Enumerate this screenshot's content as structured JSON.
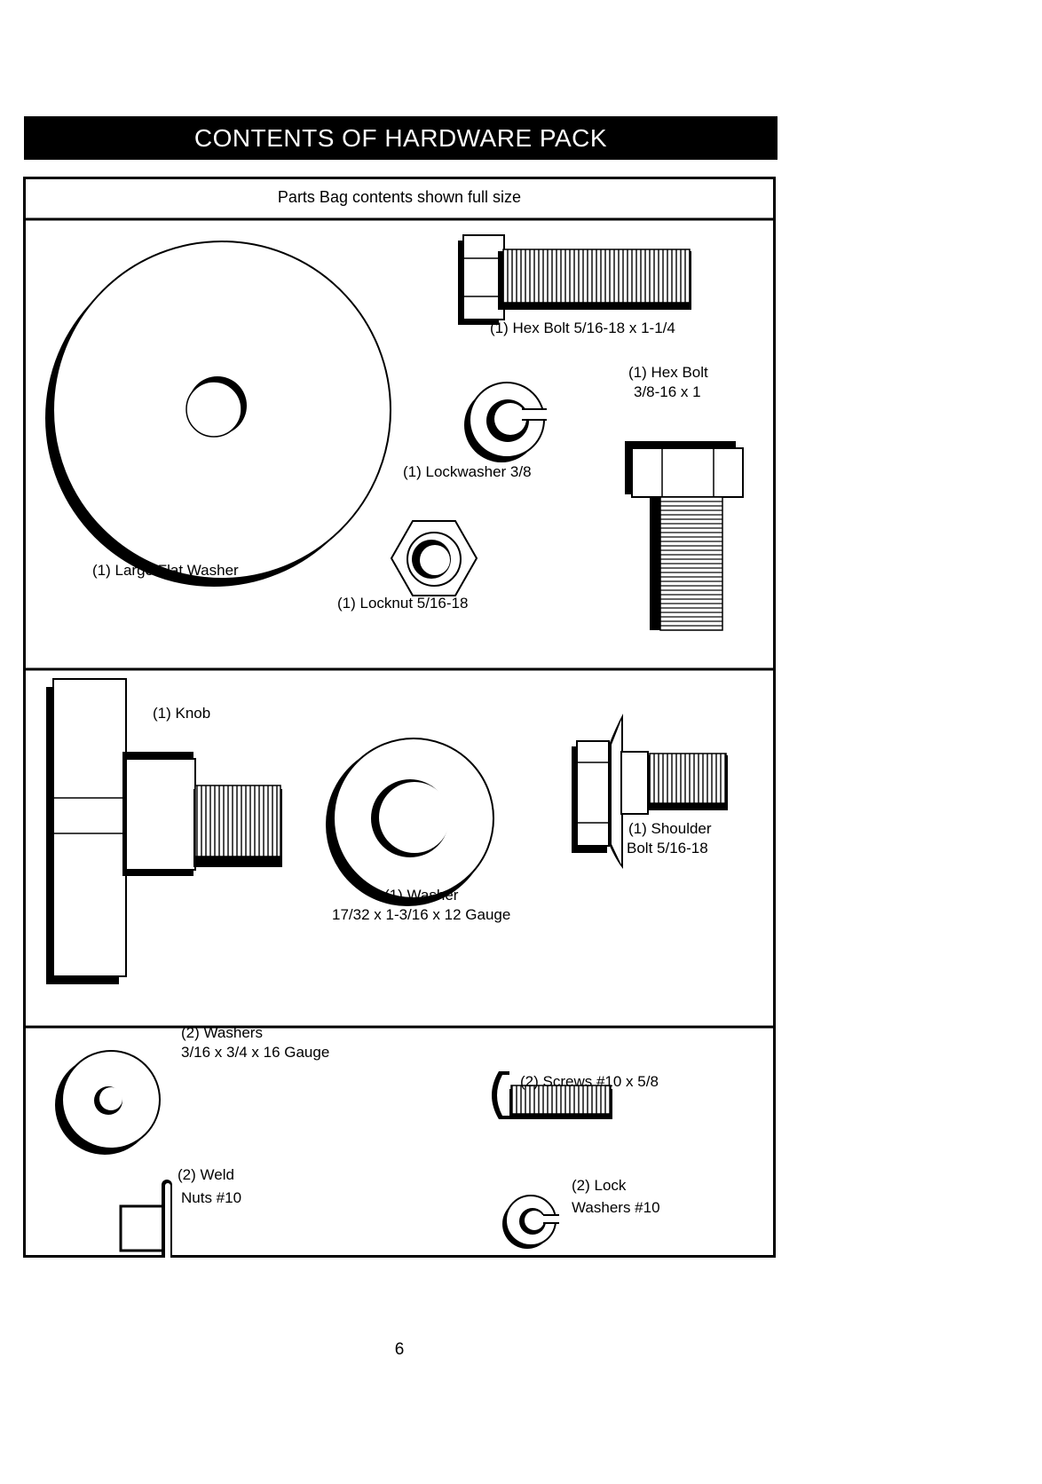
{
  "header": {
    "title": "CONTENTS OF HARDWARE PACK"
  },
  "subtitle": "Parts Bag contents shown full size",
  "parts": {
    "large_flat_washer": "(1) Large Flat Washer",
    "hex_bolt_516": "(1) Hex Bolt  5/16-18 x 1-1/4",
    "lockwasher_38": "(1) Lockwasher  3/8",
    "hex_bolt_38_line1": "(1) Hex Bolt",
    "hex_bolt_38_line2": "3/8-16 x 1",
    "locknut": "(1) Locknut  5/16-18",
    "knob": "(1) Knob",
    "washer_line1": "(1) Washer",
    "washer_line2": "17/32 x 1-3/16 x 12 Gauge",
    "shoulder_bolt_line1": "(1) Shoulder",
    "shoulder_bolt_line2": "Bolt  5/16-18",
    "washers2_line1": "(2) Washers",
    "washers2_line2": "3/16 x 3/4 x 16 Gauge",
    "screws": "(2) Screws  #10 x 5/8",
    "weld_nuts_line1": "(2) Weld",
    "weld_nuts_line2": "Nuts  #10",
    "lock_washers_line1": "(2) Lock",
    "lock_washers_line2": "Washers  #10"
  },
  "page_number": "6"
}
